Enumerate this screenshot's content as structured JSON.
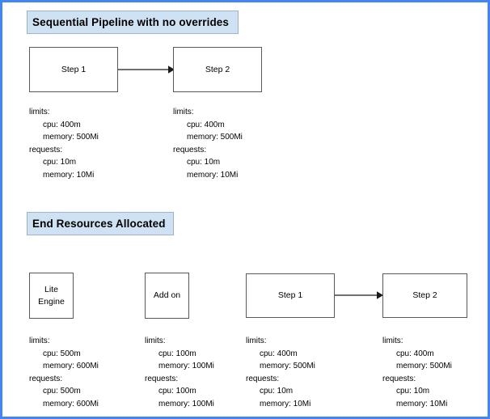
{
  "frame": {
    "border_color": "#4285f4",
    "background": "#ffffff"
  },
  "sections": [
    {
      "header": "Sequential Pipeline with no overrides",
      "header_fill": "#cfe2f3",
      "nodes": [
        {
          "label_line1": "Step 1",
          "label_line2": ""
        },
        {
          "label_line1": "Step 2",
          "label_line2": ""
        }
      ],
      "resources": [
        {
          "limits_label": "limits:",
          "limits_cpu": "cpu: 400m",
          "limits_memory": "memory: 500Mi",
          "requests_label": "requests:",
          "requests_cpu": "cpu: 10m",
          "requests_memory": "memory: 10Mi"
        },
        {
          "limits_label": "limits:",
          "limits_cpu": "cpu: 400m",
          "limits_memory": "memory: 500Mi",
          "requests_label": "requests:",
          "requests_cpu": "cpu: 10m",
          "requests_memory": "memory: 10Mi"
        }
      ]
    },
    {
      "header": "End Resources Allocated",
      "header_fill": "#cfe2f3",
      "nodes": [
        {
          "label_line1": "Lite",
          "label_line2": "Engine"
        },
        {
          "label_line1": "Add on",
          "label_line2": ""
        },
        {
          "label_line1": "Step 1",
          "label_line2": ""
        },
        {
          "label_line1": "Step 2",
          "label_line2": ""
        }
      ],
      "resources": [
        {
          "limits_label": "limits:",
          "limits_cpu": "cpu: 500m",
          "limits_memory": "memory: 600Mi",
          "requests_label": "requests:",
          "requests_cpu": "cpu: 500m",
          "requests_memory": "memory: 600Mi"
        },
        {
          "limits_label": "limits:",
          "limits_cpu": "cpu: 100m",
          "limits_memory": "memory: 100Mi",
          "requests_label": "requests:",
          "requests_cpu": "cpu: 100m",
          "requests_memory": "memory: 100Mi"
        },
        {
          "limits_label": "limits:",
          "limits_cpu": "cpu: 400m",
          "limits_memory": "memory: 500Mi",
          "requests_label": "requests:",
          "requests_cpu": "cpu: 10m",
          "requests_memory": "memory: 10Mi"
        },
        {
          "limits_label": "limits:",
          "limits_cpu": "cpu: 400m",
          "limits_memory": "memory: 500Mi",
          "requests_label": "requests:",
          "requests_cpu": "cpu: 10m",
          "requests_memory": "memory: 10Mi"
        }
      ]
    }
  ]
}
